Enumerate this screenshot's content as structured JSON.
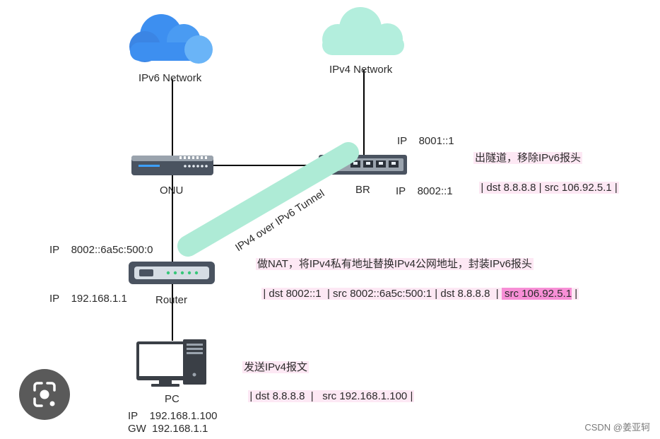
{
  "nodes": {
    "ipv6_network": "IPv6 Network",
    "ipv4_network": "IPv4 Network",
    "onu": "ONU",
    "br": "BR",
    "router": "Router",
    "pc": "PC"
  },
  "br_ips": {
    "top": "IP    8001::1",
    "bottom": "IP    8002::1"
  },
  "router_ips": {
    "ipv6": "IP    8002::6a5c:500:0",
    "ipv4": "IP    192.168.1.1"
  },
  "pc_info": {
    "ip": "IP    192.168.1.100",
    "gw": "GW  192.168.1.1"
  },
  "tunnel_label": "IPv4 over IPv6 Tunnel",
  "notes": {
    "br": {
      "title": "出隧道，移除IPv6报头",
      "packet": "| dst 8.8.8.8 | src 106.92.5.1 |"
    },
    "router": {
      "title": "做NAT，将IPv4私有地址替换IPv4公网地址，封装IPv6报头",
      "packet_pre": "| dst 8002::1  | src 8002::6a5c:500:1 | dst 8.8.8.8  | ",
      "packet_highlight": " src 106.92.5.1",
      "packet_post": " |"
    },
    "pc": {
      "title": "发送IPv4报文",
      "packet": "| dst 8.8.8.8  |   src 192.168.1.100 |"
    }
  },
  "watermark": "CSDN @姜亚轲",
  "colors": {
    "ipv6_cloud": "#3d8ff0",
    "ipv4_cloud": "#b3eedd",
    "tunnel": "#aeebd6",
    "note_bg": "#fde8f4",
    "highlight": "#f78fd6"
  },
  "icons": [
    "cloud-icon",
    "onu-device-icon",
    "switch-device-icon",
    "router-device-icon",
    "computer-icon",
    "search-lens-icon"
  ]
}
